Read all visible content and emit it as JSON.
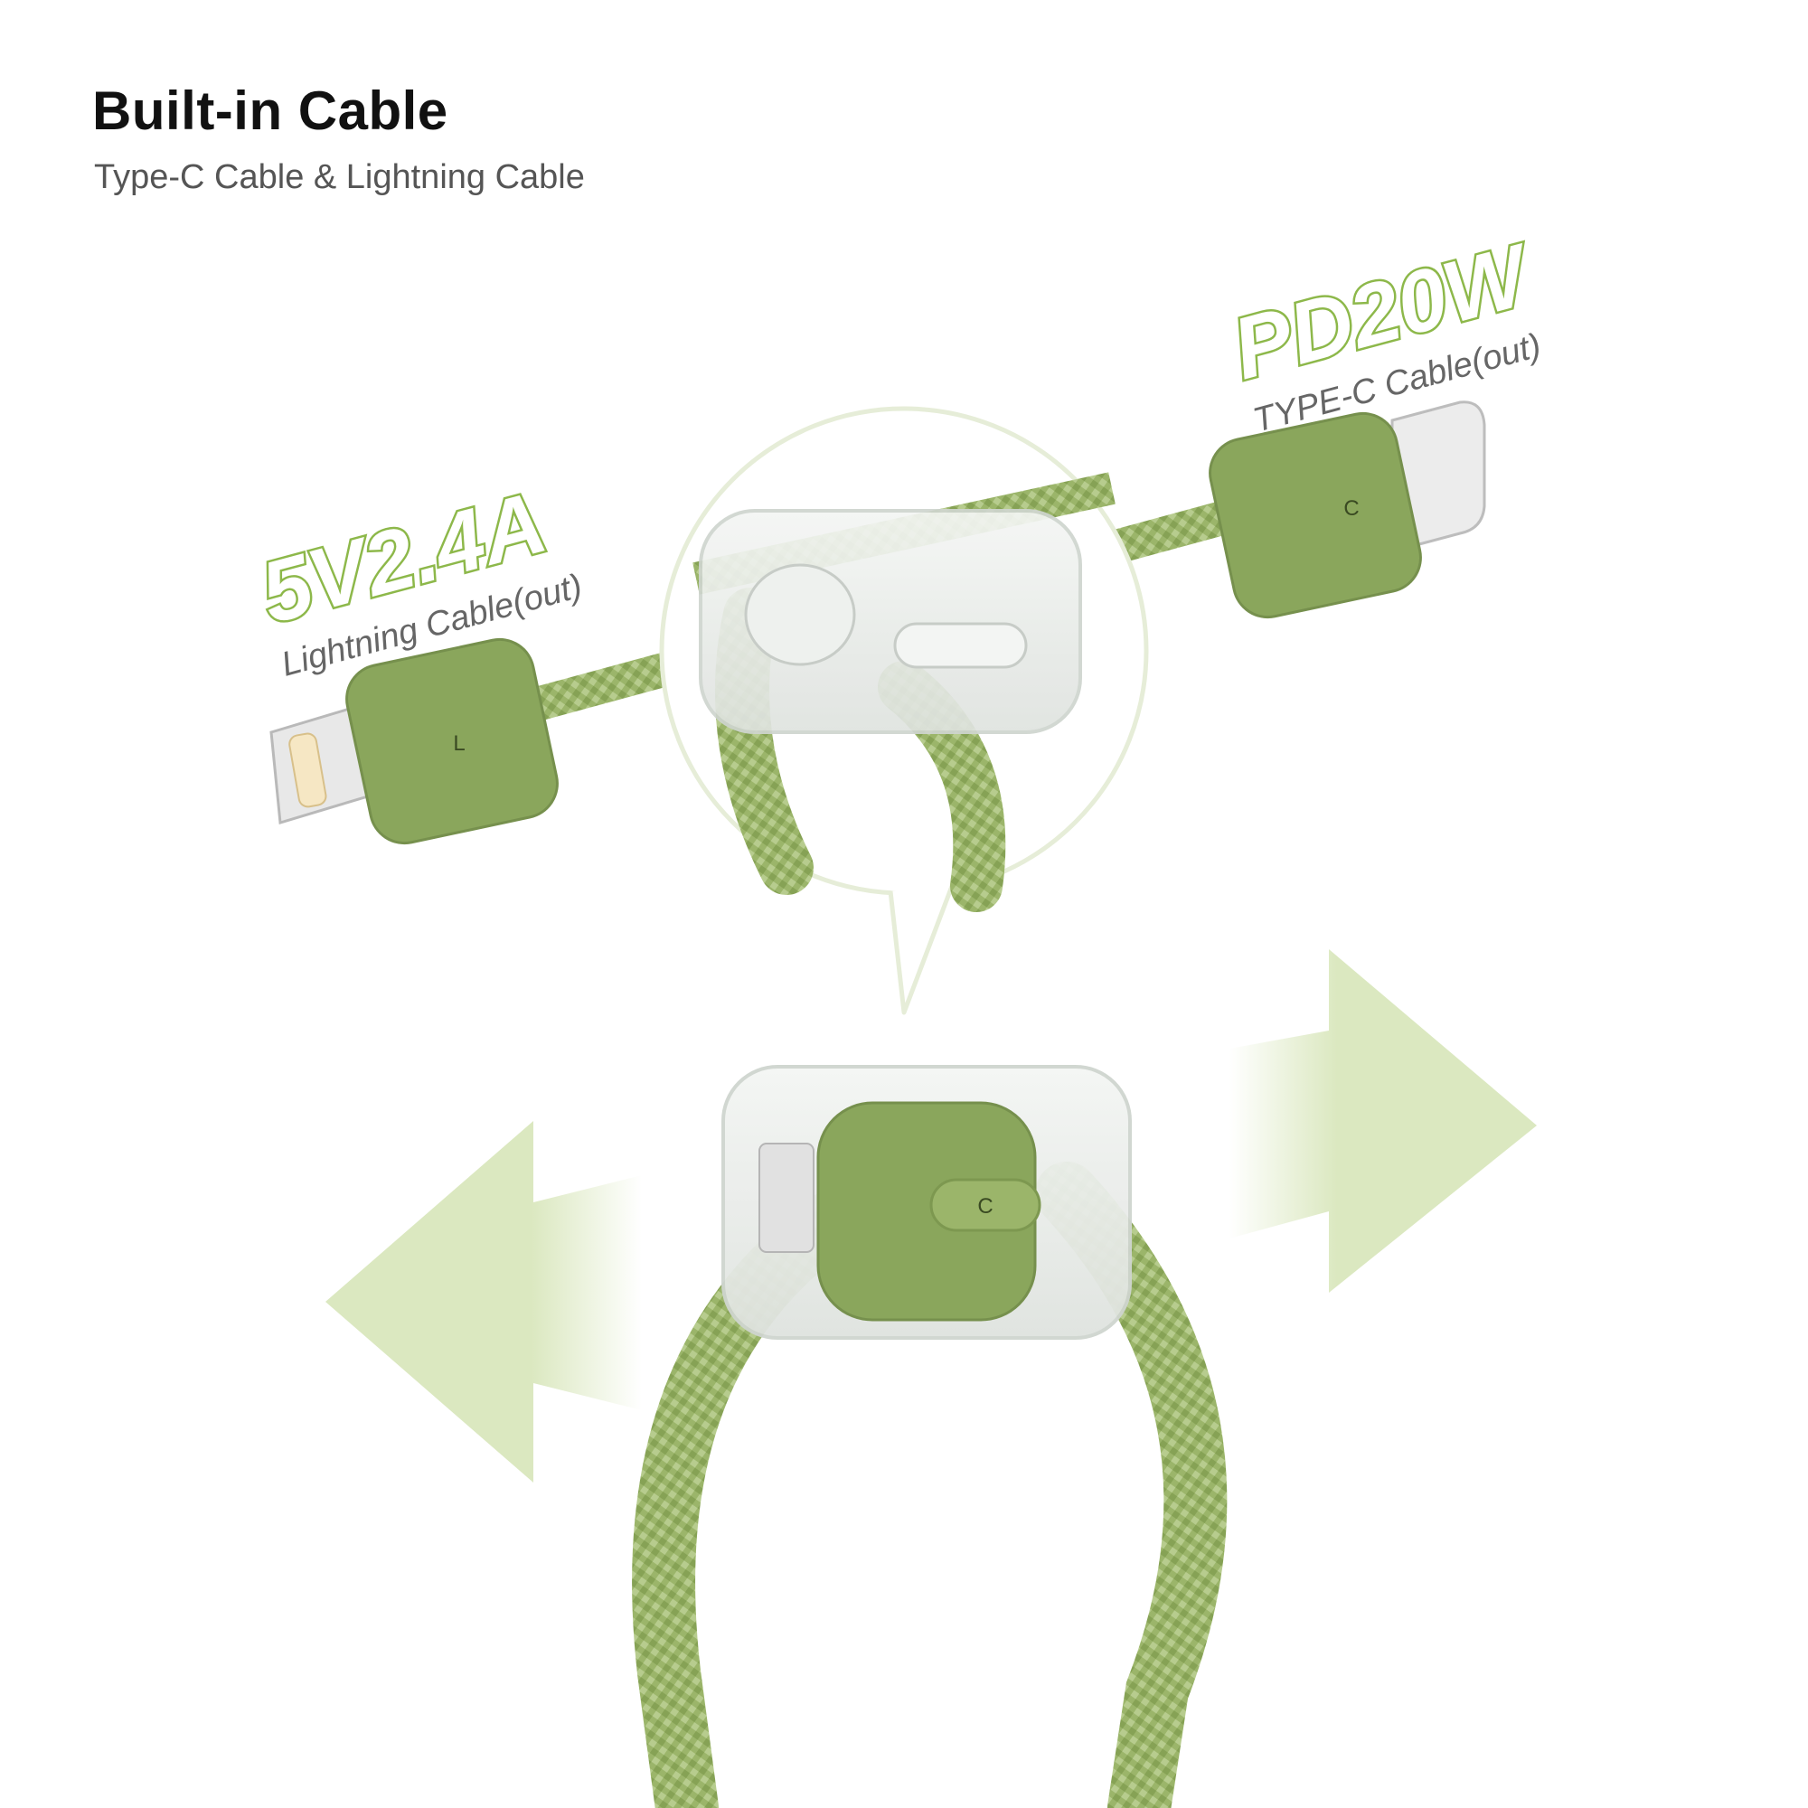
{
  "header": {
    "title": "Built-in Cable",
    "subtitle": "Type-C Cable & Lightning Cable"
  },
  "lightning": {
    "spec": "5V2.4A",
    "label": "Lightning Cable(out)",
    "connector_letter": "L"
  },
  "typec": {
    "spec": "PD20W",
    "label": "TYPE-C Cable(out)",
    "connector_letter": "C"
  },
  "clip_letter": "C",
  "colors": {
    "cable_green": "#9bb56a",
    "connector_green": "#8aa65c",
    "accent_green": "#8db84a",
    "arrow_green": "#dbe8c0"
  },
  "icons": [
    "arrow-left-icon",
    "arrow-right-icon"
  ]
}
